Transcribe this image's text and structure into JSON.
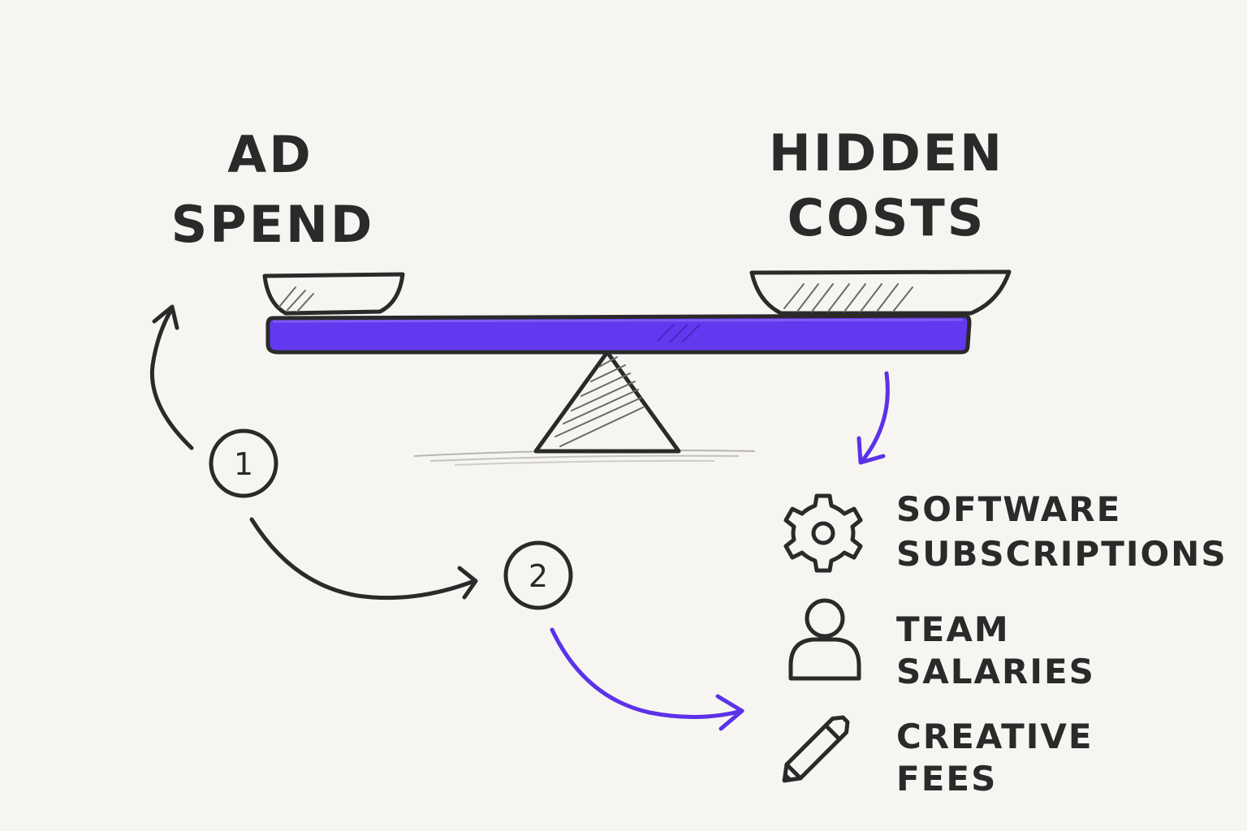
{
  "left_weight": {
    "line1": "AD",
    "line2": "SPEND"
  },
  "right_weight": {
    "line1": "HIDDEN",
    "line2": "COSTS"
  },
  "steps": [
    {
      "label": "1"
    },
    {
      "label": "2"
    }
  ],
  "costs": [
    {
      "icon": "gear-icon",
      "line1": "SOFTWARE",
      "line2": "SUBSCRIPTIONS"
    },
    {
      "icon": "person-icon",
      "line1": "TEAM",
      "line2": "SALARIES"
    },
    {
      "icon": "pencil-icon",
      "line1": "CREATIVE",
      "line2": "FEES"
    }
  ],
  "colors": {
    "accent": "#5b32e8",
    "ink": "#2a2a2a",
    "background": "#f7f5f1"
  }
}
